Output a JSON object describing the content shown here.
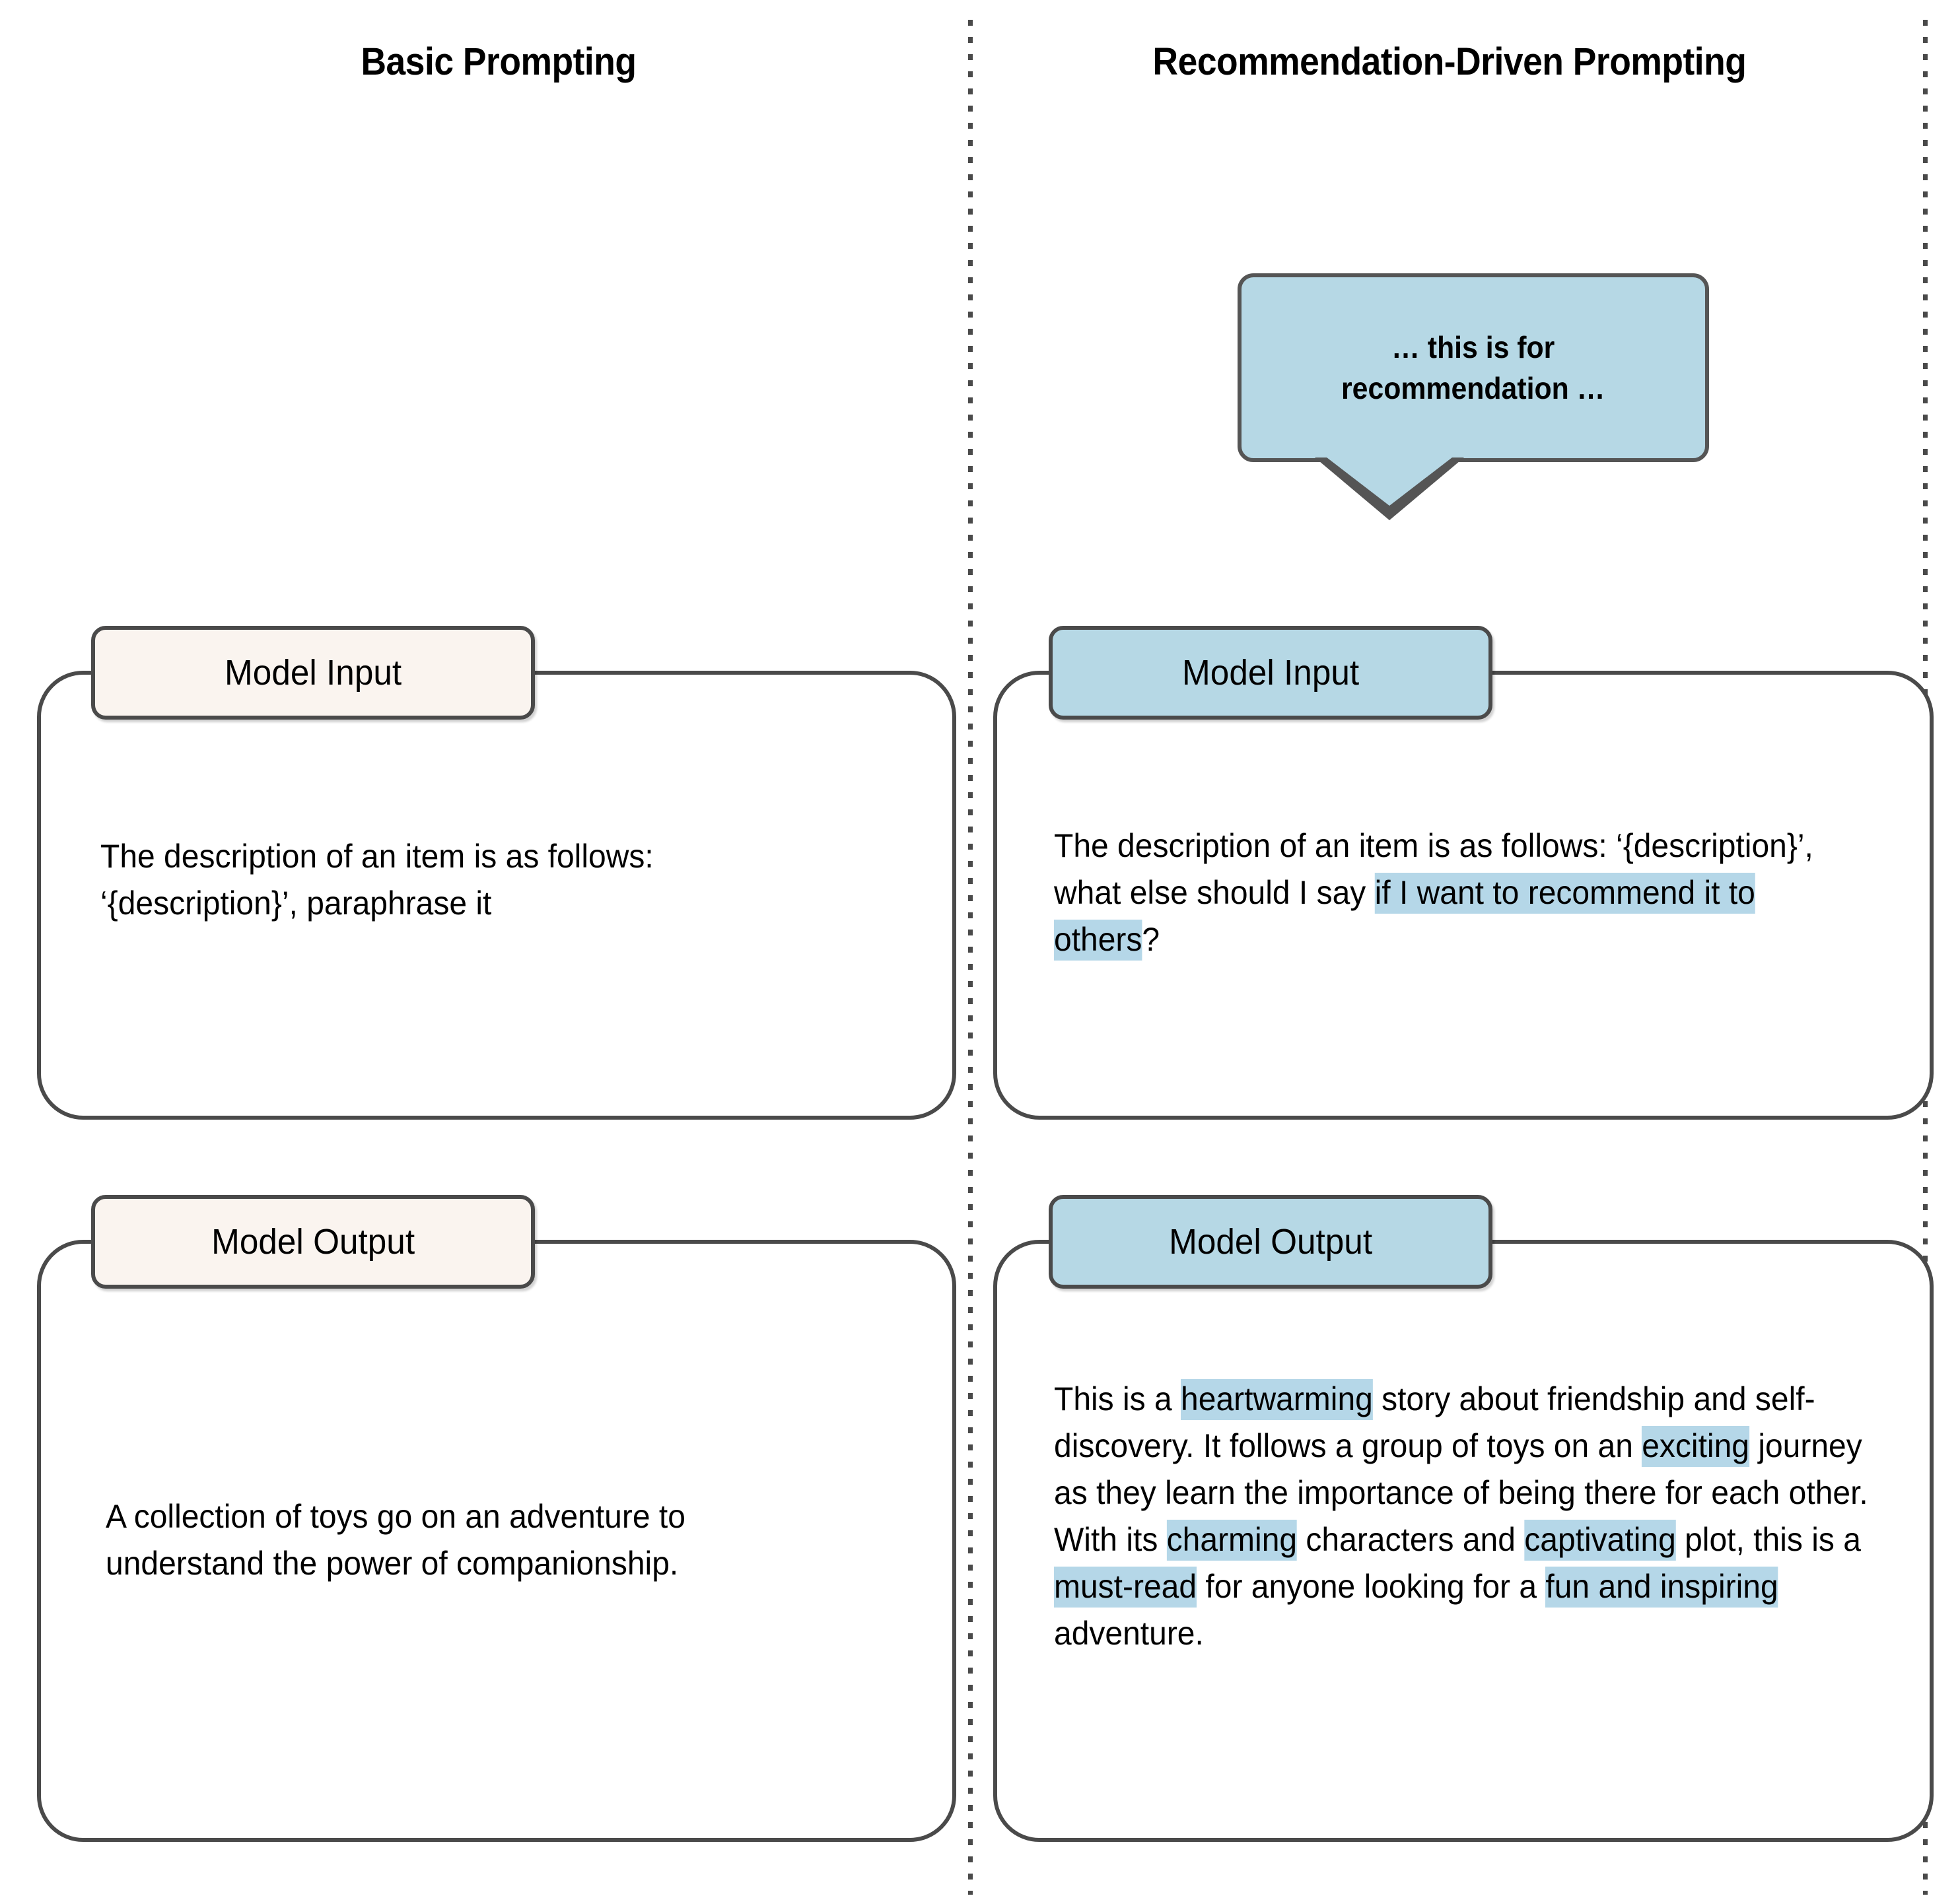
{
  "figure": {
    "columns": [
      {
        "id": "basic",
        "heading": "Basic Prompting"
      },
      {
        "id": "recommendation",
        "heading": "Recommendation-Driven Prompting"
      }
    ]
  },
  "speech_bubble": {
    "text": "… this is for recommendation …",
    "line1": "… this is for",
    "line2": "recommendation …",
    "fill_color": "#b6d8e5",
    "border_color": "#555555"
  },
  "colors": {
    "highlight": "#b5d7e8",
    "tab_cream": "#faf4ef",
    "tab_blue": "#b6d8e5",
    "outline": "#4a4a4a",
    "background": "#ffffff"
  },
  "left_column": {
    "input": {
      "tab_label": "Model Input",
      "tab_fill": "#faf4ef",
      "segments": [
        {
          "text": "The description of an item is as follows: ‘{description}’, paraphrase it",
          "highlight": false
        }
      ],
      "full_text": "The description of an item is as follows: ‘{description}’, paraphrase it"
    },
    "output": {
      "tab_label": "Model Output",
      "tab_fill": "#faf4ef",
      "segments": [
        {
          "text": "A collection of toys go on an adventure to understand the power of companionship.",
          "highlight": false
        }
      ],
      "full_text": "A collection of toys go on an adventure to understand the power of companionship."
    }
  },
  "right_column": {
    "input": {
      "tab_label": "Model Input",
      "tab_fill": "#b6d8e5",
      "segments": [
        {
          "text": "The description of an item is as follows: ‘{description}’, what else should I say ",
          "highlight": false
        },
        {
          "text": "if I want to recommend it to others",
          "highlight": true
        },
        {
          "text": "?",
          "highlight": false
        }
      ],
      "full_text": "The description of an item is as follows: ‘{description}’, what else should I say if I want to recommend it to others?"
    },
    "output": {
      "tab_label": "Model Output",
      "tab_fill": "#b6d8e5",
      "segments": [
        {
          "text": "This is a ",
          "highlight": false
        },
        {
          "text": "heartwarming",
          "highlight": true
        },
        {
          "text": " story about friendship and self-discovery. It follows a group of toys on an ",
          "highlight": false
        },
        {
          "text": "exciting",
          "highlight": true
        },
        {
          "text": " journey as they learn the importance of being there for each other. With its ",
          "highlight": false
        },
        {
          "text": "charming",
          "highlight": true
        },
        {
          "text": " characters and ",
          "highlight": false
        },
        {
          "text": "captivating",
          "highlight": true
        },
        {
          "text": " plot, this is a ",
          "highlight": false
        },
        {
          "text": "must-read",
          "highlight": true
        },
        {
          "text": " for anyone looking for a ",
          "highlight": false
        },
        {
          "text": "fun and inspiring",
          "highlight": true
        },
        {
          "text": " adventure.",
          "highlight": false
        }
      ],
      "full_text": "This is a heartwarming story about friendship and self-discovery. It follows a group of toys on an exciting journey as they learn the importance of being there for each other. With its charming characters and captivating plot, this is a must-read for anyone looking for a fun and inspiring adventure.",
      "highlighted_phrases": [
        "heartwarming",
        "exciting",
        "charming",
        "captivating",
        "must-read",
        "fun and inspiring"
      ]
    }
  }
}
